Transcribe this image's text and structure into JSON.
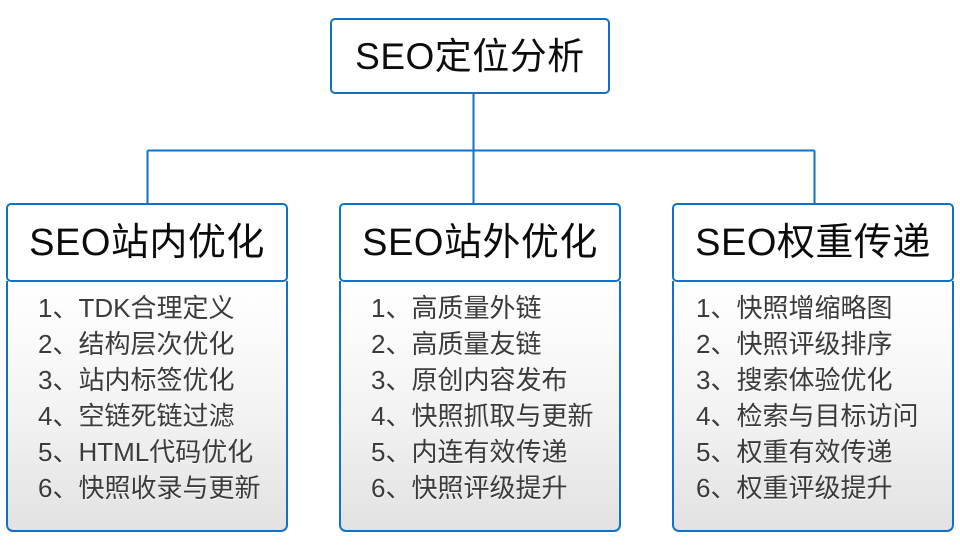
{
  "diagram": {
    "type": "org-tree",
    "accent_color": "#1072C6",
    "root": {
      "label": "SEO定位分析"
    },
    "branches": [
      {
        "id": "seo-on-site",
        "header": "SEO站内优化",
        "items": [
          "1、TDK合理定义",
          "2、结构层次优化",
          "3、站内标签优化",
          "4、空链死链过滤",
          "5、HTML代码优化",
          "6、快照收录与更新"
        ]
      },
      {
        "id": "seo-off-site",
        "header": "SEO站外优化",
        "items": [
          "1、高质量外链",
          "2、高质量友链",
          "3、原创内容发布",
          "4、快照抓取与更新",
          "5、内连有效传递",
          "6、快照评级提升"
        ]
      },
      {
        "id": "seo-weight-transfer",
        "header": "SEO权重传递",
        "items": [
          "1、快照增缩略图",
          "2、快照评级排序",
          "3、搜索体验优化",
          "4、检索与目标访问",
          "5、权重有效传递",
          "6、权重评级提升"
        ]
      }
    ]
  }
}
